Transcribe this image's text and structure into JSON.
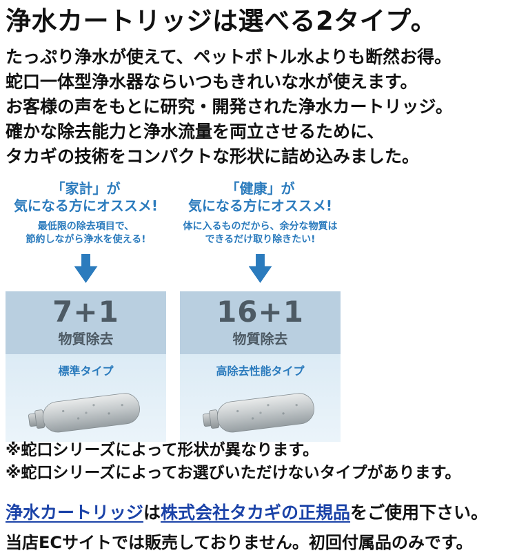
{
  "colors": {
    "accent_blue": "#2b7bbd",
    "count_slate": "#4d5a64",
    "link_blue": "#1b43a8",
    "box_top_bg": "#b9cfe0",
    "box_bottom_bg": "#e4eff7"
  },
  "header": {
    "title": "浄水カートリッジは選べる2タイプ。"
  },
  "intro": {
    "lines": [
      "たっぷり浄水が使えて、ペットボトル水よりも断然お得。",
      "蛇口一体型浄水器ならいつもきれいな水が使えます。",
      "お客様の声をもとに研究・開発された浄水カートリッジ。",
      "確かな除去能力と浄水流量を両立させるために、",
      "タカギの技術をコンパクトな形状に詰め込みました。"
    ]
  },
  "options": [
    {
      "headline1": "「家計」が",
      "headline2": "気になる方にオススメ!",
      "desc": [
        "最低限の除去項目で、",
        "節約しながら浄水を使える!"
      ],
      "count": "7+1",
      "count_label": "物質除去",
      "type_name": "標準タイプ"
    },
    {
      "headline1": "「健康」が",
      "headline2": "気になる方にオススメ!",
      "desc": [
        "体に入るものだから、余分な物質は",
        "できるだけ取り除きたい!"
      ],
      "count": "16+1",
      "count_label": "物質除去",
      "type_name": "高除去性能タイプ"
    }
  ],
  "notes": {
    "lines": [
      "※蛇口シリーズによって形状が異なります。",
      "※蛇口シリーズによってお選びいただけないタイプがあります。"
    ]
  },
  "footer": {
    "link1": "浄水カートリッジ",
    "text1": "は",
    "link2": "株式会社タカギの正規品",
    "text2": "をご使用下さい。",
    "line2": "当店ECサイトでは販売しておりません。初回付属品のみです。"
  }
}
